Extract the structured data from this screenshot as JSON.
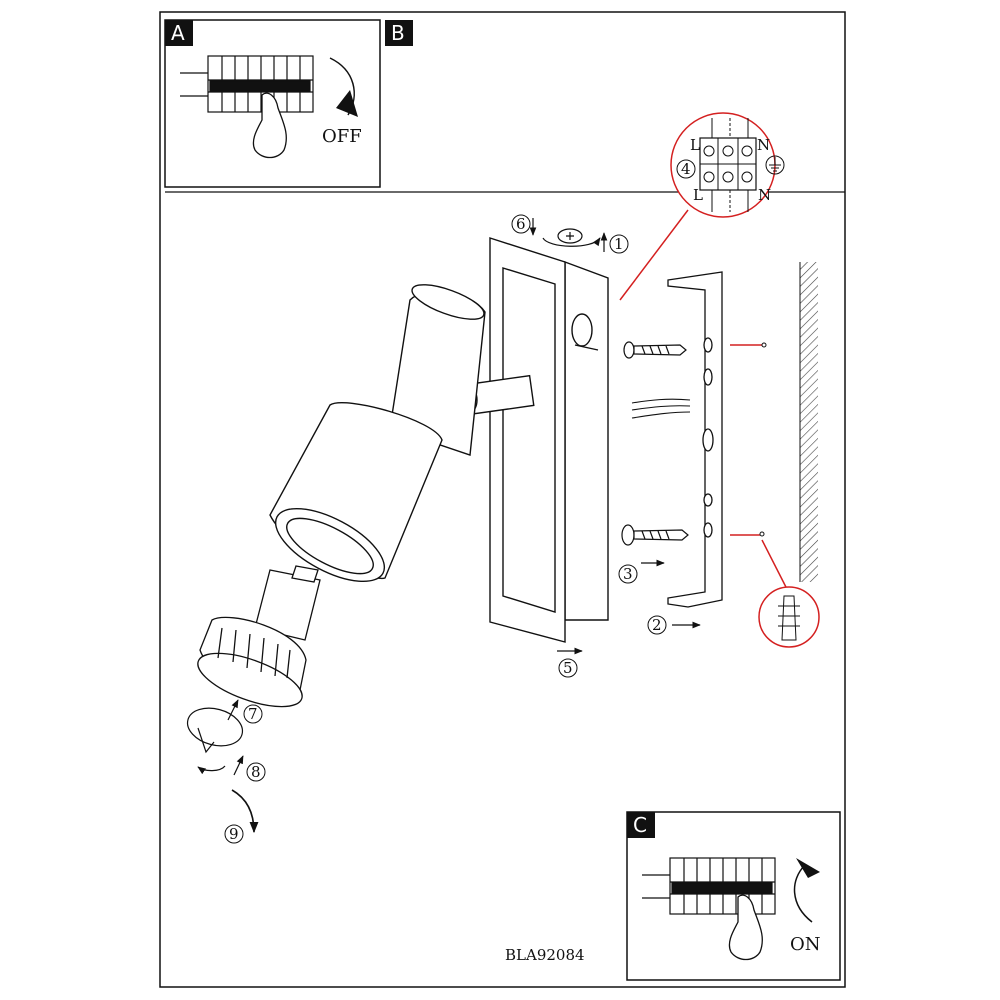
{
  "panels": {
    "a": {
      "letter": "A",
      "switch_label": "OFF"
    },
    "b": {
      "letter": "B"
    },
    "c": {
      "letter": "C",
      "switch_label": "ON"
    }
  },
  "terminal": {
    "l_top": "L",
    "n_top": "N",
    "l_bottom": "L",
    "n_bottom": "N"
  },
  "steps": {
    "s1": "1",
    "s2": "2",
    "s3": "3",
    "s4": "4",
    "s5": "5",
    "s6": "6",
    "s7": "7",
    "s8": "8",
    "s9": "9"
  },
  "model_code": "BLA92084",
  "colors": {
    "line": "#111111",
    "accent": "#d42020",
    "panel_tab": "#111111"
  }
}
